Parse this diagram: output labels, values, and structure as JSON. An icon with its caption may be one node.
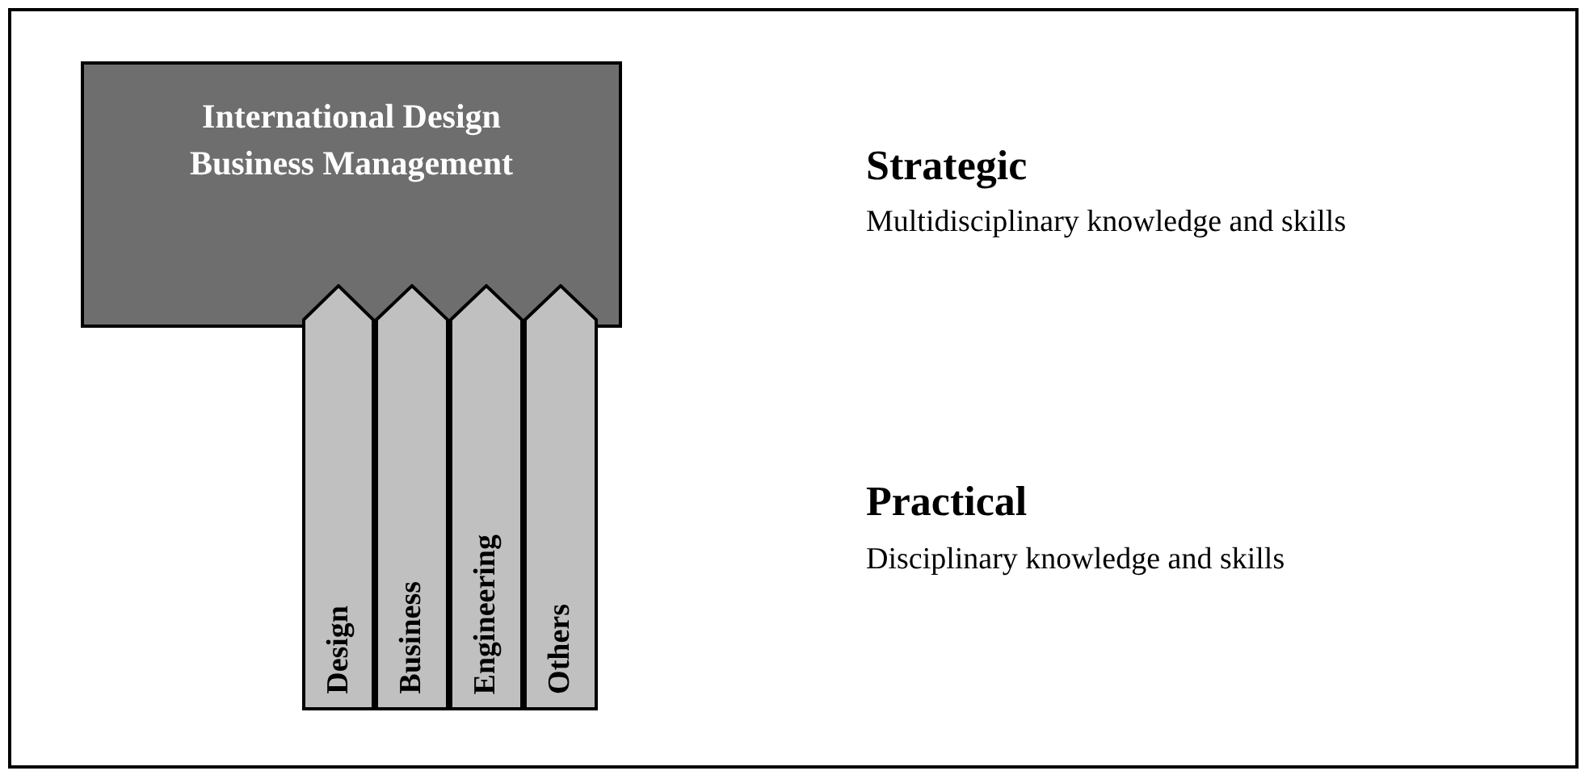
{
  "diagram": {
    "nodes": [
      {
        "text": [
          "International Design Business Management"
        ]
      },
      {
        "text": [
          "Design"
        ]
      },
      {
        "text": [
          "Business"
        ]
      },
      {
        "text": [
          "Engineering"
        ]
      },
      {
        "text": [
          "Others"
        ]
      }
    ],
    "labels": [
      "Strategic",
      "Multidisciplinary knowledge and skills",
      "Practical",
      "Disciplinary knowledge and skills"
    ]
  }
}
